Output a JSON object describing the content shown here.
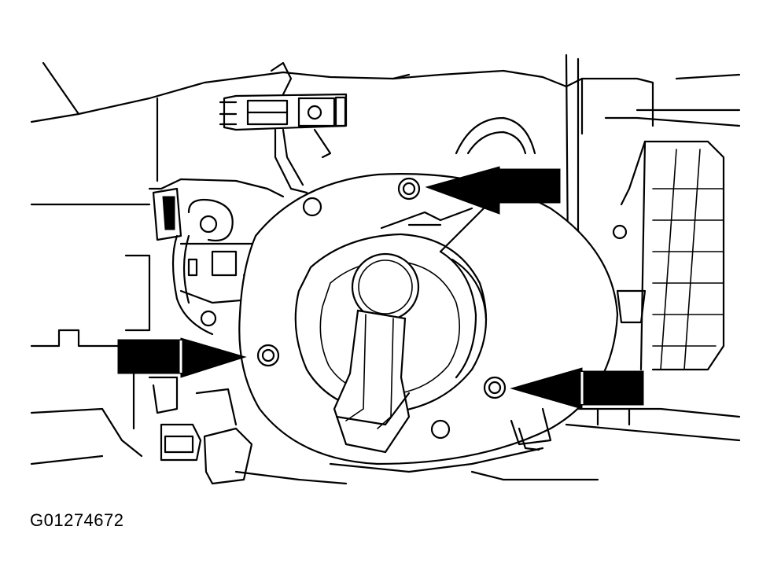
{
  "figure": {
    "id": "G01274672"
  },
  "colors": {
    "line": "#000000",
    "background": "#ffffff"
  },
  "callouts": [
    {
      "name": "arrow-upper-bolt",
      "target": "clockspring-upper-bolt"
    },
    {
      "name": "arrow-left-bolt",
      "target": "clockspring-left-bolt"
    },
    {
      "name": "arrow-lower-right-bolt",
      "target": "clockspring-lower-right-bolt"
    }
  ]
}
